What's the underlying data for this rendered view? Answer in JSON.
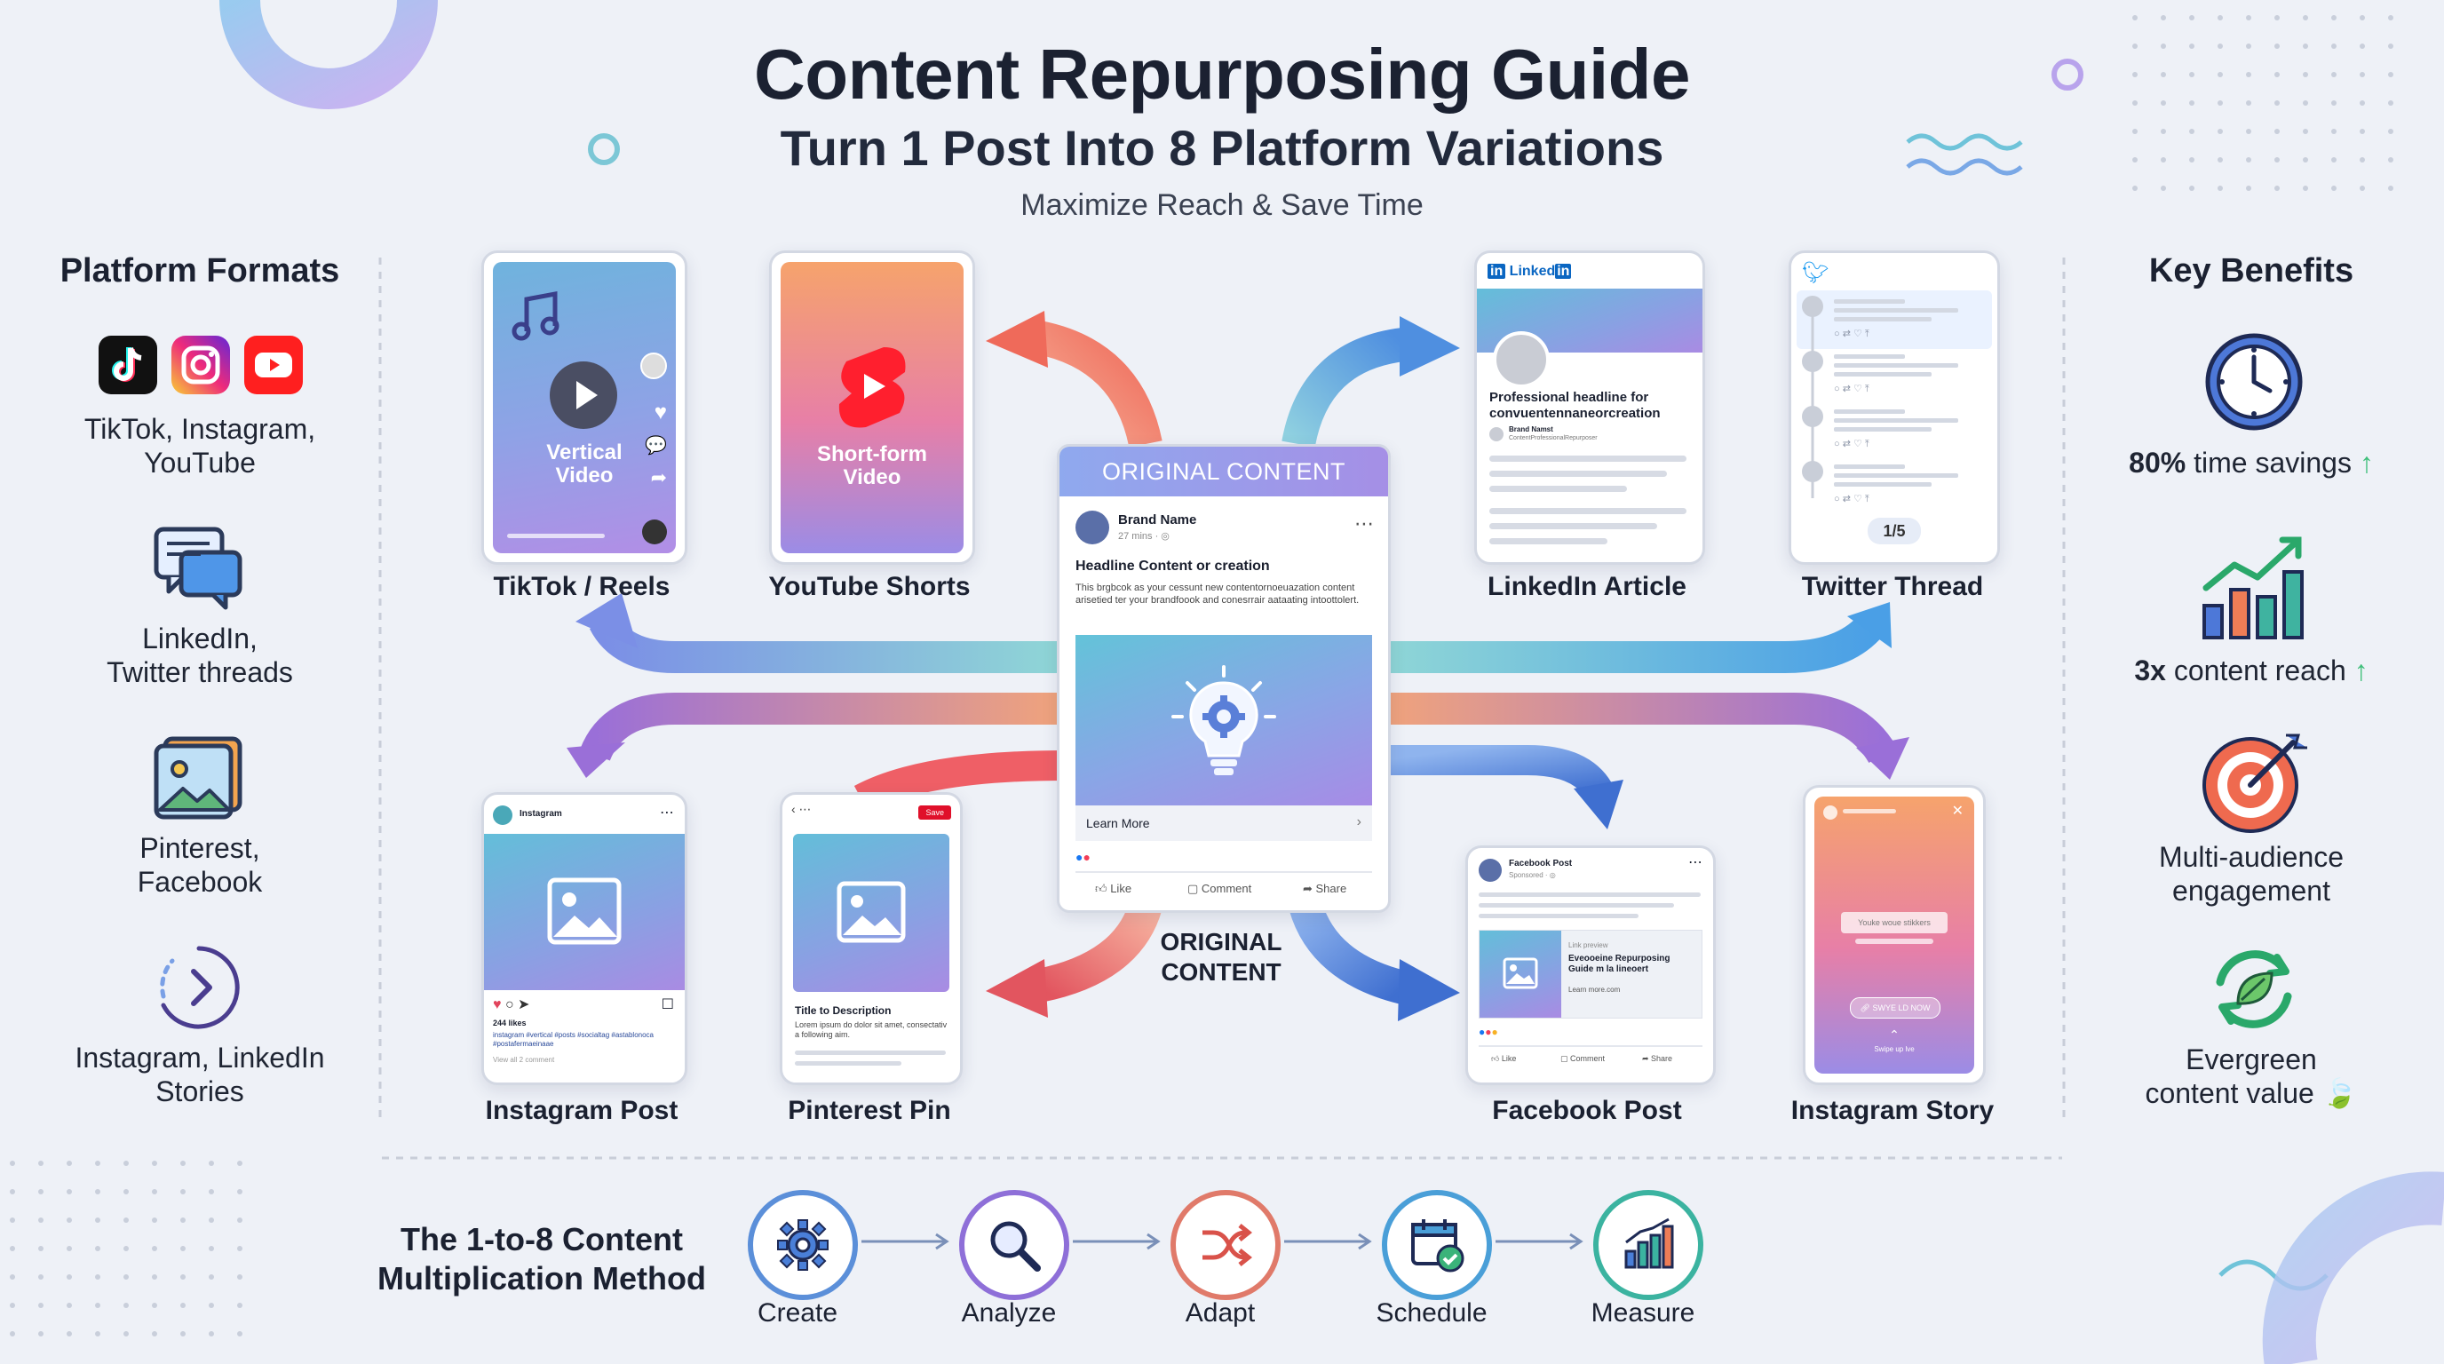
{
  "header": {
    "title": "Content Repurposing Guide",
    "subtitle": "Turn 1 Post Into 8 Platform Variations",
    "tagline": "Maximize Reach & Save Time"
  },
  "left": {
    "heading": "Platform Formats",
    "items": [
      {
        "label": "TikTok, Instagram,\nYouTube",
        "icons": [
          "tiktok-icon",
          "instagram-icon",
          "youtube-icon"
        ]
      },
      {
        "label": "LinkedIn,\nTwitter threads",
        "icons": [
          "chat-bubbles-icon"
        ]
      },
      {
        "label": "Pinterest,\nFacebook",
        "icons": [
          "image-icon"
        ]
      },
      {
        "label": "Instagram, LinkedIn\nStories",
        "icons": [
          "story-circle-icon"
        ]
      }
    ]
  },
  "right": {
    "heading": "Key Benefits",
    "items": [
      {
        "bold": "80%",
        "text": " time savings",
        "icon": "clock-icon"
      },
      {
        "bold": "3x",
        "text": " content reach",
        "icon": "growth-chart-icon"
      },
      {
        "bold": "",
        "text": "Multi-audience\nengagement",
        "icon": "target-icon"
      },
      {
        "bold": "",
        "text": "Evergreen\ncontent value",
        "icon": "recycle-leaf-icon"
      }
    ]
  },
  "center": {
    "header": "ORIGINAL CONTENT",
    "brand": "Brand Name",
    "meta": "27 mins · ◎",
    "headline": "Headline Content or creation",
    "body": "This brgbcok as your cessunt new contentornoeuazation content arisetied ter your brandfoook and conesrrair aataating intoottolert.",
    "learn_more": "Learn More",
    "actions": [
      "Like",
      "Comment",
      "Share"
    ],
    "caption": "ORIGINAL\nCONTENT"
  },
  "cards": {
    "tiktok": {
      "caption": "TikTok / Reels",
      "inner": "Vertical\nVideo"
    },
    "shorts": {
      "caption": "YouTube Shorts",
      "inner": "Short-form\nVideo"
    },
    "linkedin": {
      "caption": "LinkedIn Article",
      "logo": "Linked",
      "logo_in": "in",
      "headline": "Professional headline for convuentennaneorcreation",
      "author": "Brand Namst",
      "author_sub": "ContentProfessionalRepurposer"
    },
    "twitter": {
      "caption": "Twitter Thread",
      "counter": "1/5"
    },
    "instagram": {
      "caption": "Instagram Post",
      "account": "Instagram",
      "likes": "244 likes",
      "desc": "instagram #vertical #posts #socialtag #astablonoca #postafermaeinaae",
      "comments": "View all 2 comment"
    },
    "pinterest": {
      "caption": "Pinterest Pin",
      "save": "Save",
      "title": "Title to Description",
      "desc": "Lorem ipsum do dolor sit amet, consectativ a following aim."
    },
    "facebook": {
      "caption": "Facebook Post",
      "account": "Facebook Post",
      "meta": "Sponsored · ◎",
      "link_pre": "Link preview",
      "link_title": "Eveooeine Repurposing Guide m la lineoert",
      "link_url": "Learn more.com",
      "actions": [
        "Like",
        "Comment",
        "Share"
      ]
    },
    "story": {
      "caption": "Instagram Story",
      "sticker": "Youke woue stikkers",
      "swipe_btn": "SWYE LD NOW",
      "swipe_up": "Swipe up lve"
    }
  },
  "process": {
    "title": "The 1-to-8 Content\nMultiplication Method",
    "steps": [
      {
        "label": "Create",
        "icon": "gear-icon",
        "color": "#5b8fd9"
      },
      {
        "label": "Analyze",
        "icon": "magnifier-icon",
        "color": "#8e6fd8"
      },
      {
        "label": "Adapt",
        "icon": "shuffle-icon",
        "color": "#e07a6a"
      },
      {
        "label": "Schedule",
        "icon": "calendar-check-icon",
        "color": "#4a9fd8"
      },
      {
        "label": "Measure",
        "icon": "bar-chart-icon",
        "color": "#3bb3a0"
      }
    ]
  }
}
